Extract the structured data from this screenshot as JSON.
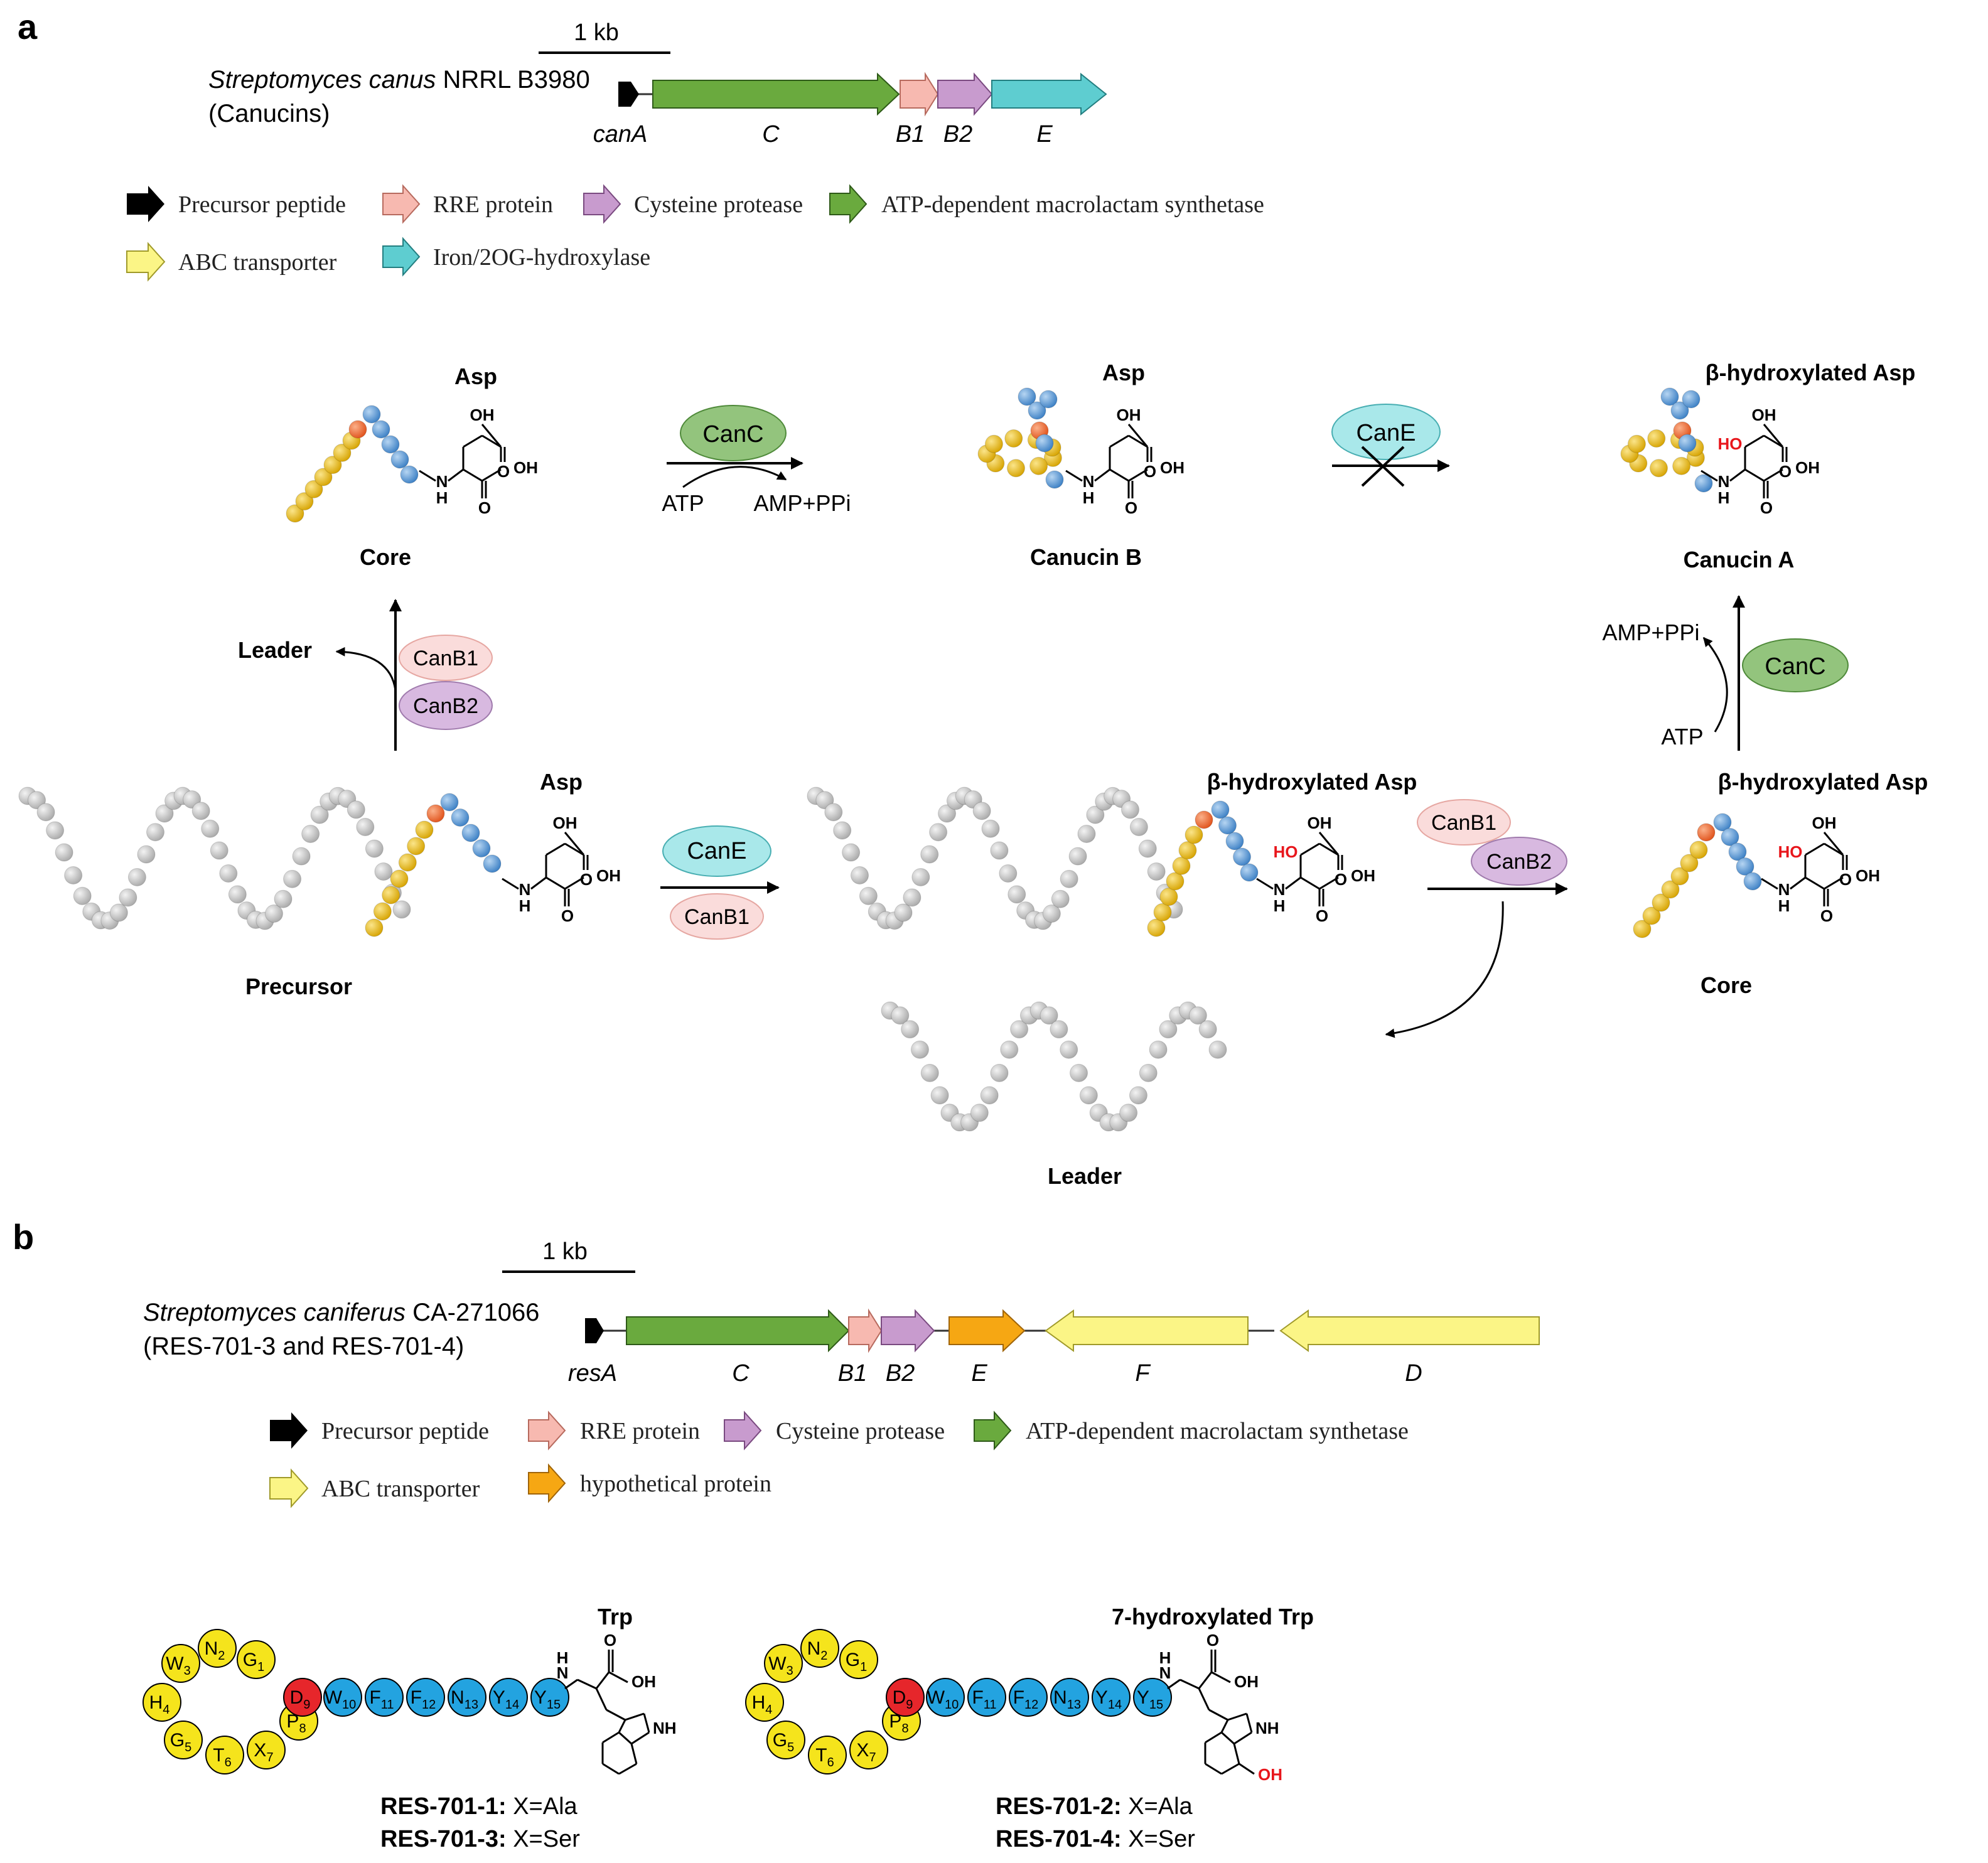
{
  "panel_a": {
    "label": "a",
    "scale": "1 kb",
    "organism_italic": "Streptomyces canus",
    "organism_strain": " NRRL B3980",
    "organism_product": "(Canucins)",
    "genes": [
      "canA",
      "C",
      "B1",
      "B2",
      "E"
    ],
    "legend": {
      "precursor": "Precursor peptide",
      "rre": "RRE protein",
      "protease": "Cysteine protease",
      "synthetase": "ATP-dependent macrolactam synthetase",
      "abc": "ABC transporter",
      "hydroxylase": "Iron/2OG-hydroxylase"
    },
    "scheme": {
      "asp": "Asp",
      "beta_asp": "β-hydroxylated Asp",
      "core": "Core",
      "canucin_b": "Canucin  B",
      "canucin_a": "Canucin  A",
      "precursor": "Precursor",
      "leader": "Leader",
      "atp": "ATP",
      "amp": "AMP+PPi",
      "canC": "CanC",
      "canE": "CanE",
      "canB1": "CanB1",
      "canB2": "CanB2"
    },
    "chem": {
      "oh": "OH",
      "nh": "H",
      "n": "N",
      "o": "O",
      "ho": "HO"
    }
  },
  "panel_b": {
    "label": "b",
    "scale": "1 kb",
    "organism_italic": "Streptomyces caniferus",
    "organism_strain": " CA-271066",
    "organism_product": "(RES-701-3 and RES-701-4)",
    "genes": [
      "resA",
      "C",
      "B1",
      "B2",
      "E",
      "F",
      "D"
    ],
    "legend": {
      "precursor": "Precursor peptide",
      "rre": "RRE  protein",
      "protease": "Cysteine protease",
      "synthetase": "ATP-dependent macrolactam synthetase",
      "abc": "ABC transporter",
      "hypothetical": "hypothetical protein"
    },
    "structures": {
      "trp": "Trp",
      "hydroxy_trp": "7-hydroxylated Trp",
      "ring_residues": [
        {
          "aa": "G",
          "n": "1"
        },
        {
          "aa": "N",
          "n": "2"
        },
        {
          "aa": "W",
          "n": "3"
        },
        {
          "aa": "H",
          "n": "4"
        },
        {
          "aa": "G",
          "n": "5"
        },
        {
          "aa": "T",
          "n": "6"
        },
        {
          "aa": "X",
          "n": "7"
        },
        {
          "aa": "P",
          "n": "8"
        }
      ],
      "linker_residue": {
        "aa": "D",
        "n": "9"
      },
      "tail_residues": [
        {
          "aa": "W",
          "n": "10"
        },
        {
          "aa": "F",
          "n": "11"
        },
        {
          "aa": "F",
          "n": "12"
        },
        {
          "aa": "N",
          "n": "13"
        },
        {
          "aa": "Y",
          "n": "14"
        },
        {
          "aa": "Y",
          "n": "15"
        }
      ],
      "res1_name": "RES-701-1:",
      "res1_val": " X=Ala",
      "res3_name": "RES-701-3:",
      "res3_val": " X=Ser",
      "res2_name": "RES-701-2:",
      "res2_val": " X=Ala",
      "res4_name": "RES-701-4:",
      "res4_val": " X=Ser"
    }
  },
  "colors": {
    "black": "#000000",
    "rre": "#f7b9b0",
    "protease": "#c89bce",
    "synthetase": "#6aaa3e",
    "abc": "#fbf586",
    "hydroxylase": "#5ecdd0",
    "hypothetical": "#f6a713",
    "leader_bead": "#c6c6c6",
    "core_bead": "#f2c230",
    "tail_bead": "#5b9bd8",
    "link_bead": "#f07136",
    "res_yellow": "#f5e41c",
    "res_red": "#e6262b",
    "res_blue": "#23a3e0",
    "red_text": "#e8161c",
    "ellipse_green": "#93c47d",
    "ellipse_cyan": "#a9e8ea",
    "ellipse_pink": "#fadcdb",
    "ellipse_purple": "#d8b9e0"
  }
}
